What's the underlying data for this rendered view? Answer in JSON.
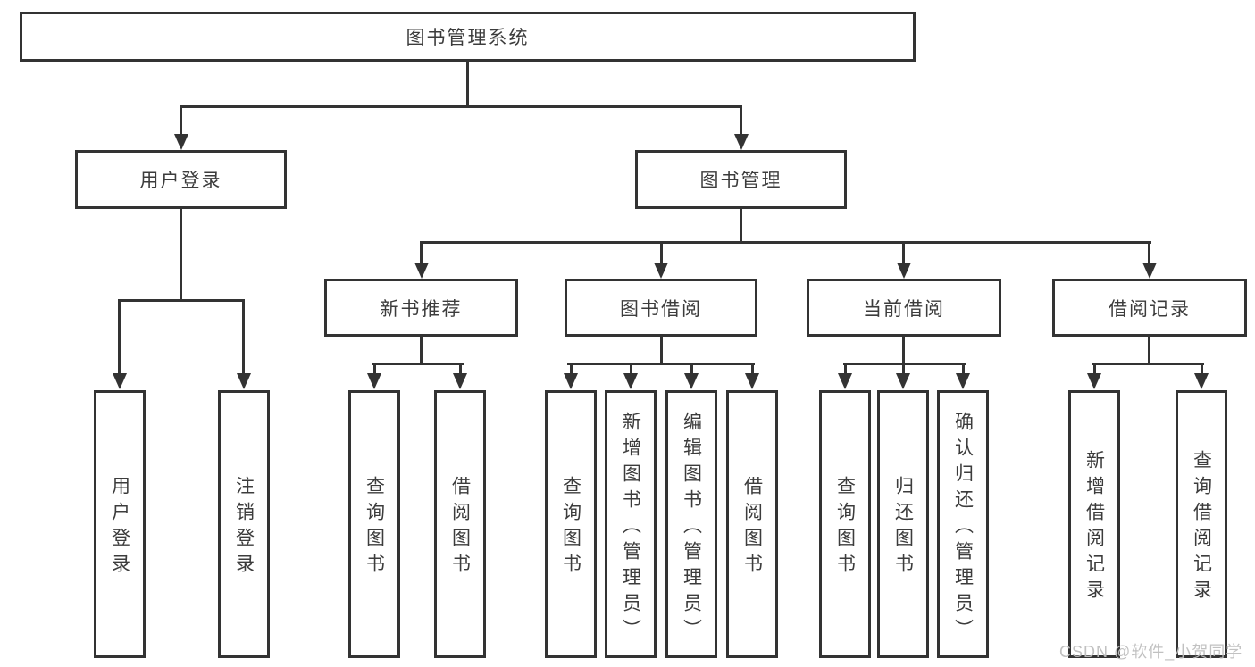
{
  "diagram": {
    "root": {
      "label": "图书管理系统"
    },
    "level2": [
      {
        "key": "user-login",
        "label": "用户登录"
      },
      {
        "key": "book-management",
        "label": "图书管理"
      }
    ],
    "level3": [
      {
        "key": "new-book-recommend",
        "label": "新书推荐",
        "parent": "图书管理"
      },
      {
        "key": "book-borrow",
        "label": "图书借阅",
        "parent": "图书管理"
      },
      {
        "key": "current-borrow",
        "label": "当前借阅",
        "parent": "图书管理"
      },
      {
        "key": "borrow-record",
        "label": "借阅记录",
        "parent": "图书管理"
      }
    ],
    "leaves": [
      {
        "parent": "用户登录",
        "label": "用户登录"
      },
      {
        "parent": "用户登录",
        "label": "注销登录"
      },
      {
        "parent": "新书推荐",
        "label": "查询图书"
      },
      {
        "parent": "新书推荐",
        "label": "借阅图书"
      },
      {
        "parent": "图书借阅",
        "label": "查询图书"
      },
      {
        "parent": "图书借阅",
        "label": "新增图书（管理员）"
      },
      {
        "parent": "图书借阅",
        "label": "编辑图书（管理员）"
      },
      {
        "parent": "图书借阅",
        "label": "借阅图书"
      },
      {
        "parent": "当前借阅",
        "label": "查询图书"
      },
      {
        "parent": "当前借阅",
        "label": "归还图书"
      },
      {
        "parent": "当前借阅",
        "label": "确认归还（管理员）"
      },
      {
        "parent": "借阅记录",
        "label": "新增借阅记录"
      },
      {
        "parent": "借阅记录",
        "label": "查询借阅记录"
      }
    ]
  },
  "watermark": {
    "text": "CSDN @软件_小贺同学"
  },
  "colors": {
    "line": "#333333",
    "text": "#3c3c3c",
    "background": "#ffffff",
    "watermark": "#bebebe"
  }
}
